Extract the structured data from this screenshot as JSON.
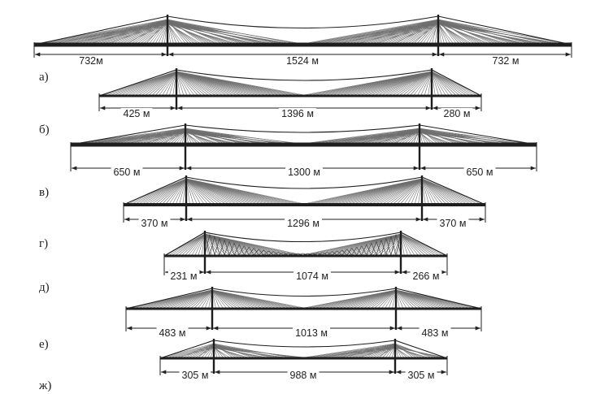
{
  "figure": {
    "bridges": [
      {
        "label": "а)",
        "spans": [
          "732м",
          "1524 м",
          "732 м"
        ],
        "style": "fan"
      },
      {
        "label": "б)",
        "spans": [
          "425 м",
          "1396 м",
          "280 м"
        ],
        "style": "harp"
      },
      {
        "label": "в)",
        "spans": [
          "650 м",
          "1300 м",
          "650 м"
        ],
        "style": "fan"
      },
      {
        "label": "г)",
        "spans": [
          "370 м",
          "1296 м",
          "370 м"
        ],
        "style": "harp"
      },
      {
        "label": "д)",
        "spans": [
          "231 м",
          "1074 м",
          "266 м"
        ],
        "style": "zigzag"
      },
      {
        "label": "е)",
        "spans": [
          "483 м",
          "1013 м",
          "483 м"
        ],
        "style": "harp"
      },
      {
        "label": "ж)",
        "spans": [
          "305 м",
          "988 м",
          "305 м"
        ],
        "style": "fan"
      }
    ]
  }
}
